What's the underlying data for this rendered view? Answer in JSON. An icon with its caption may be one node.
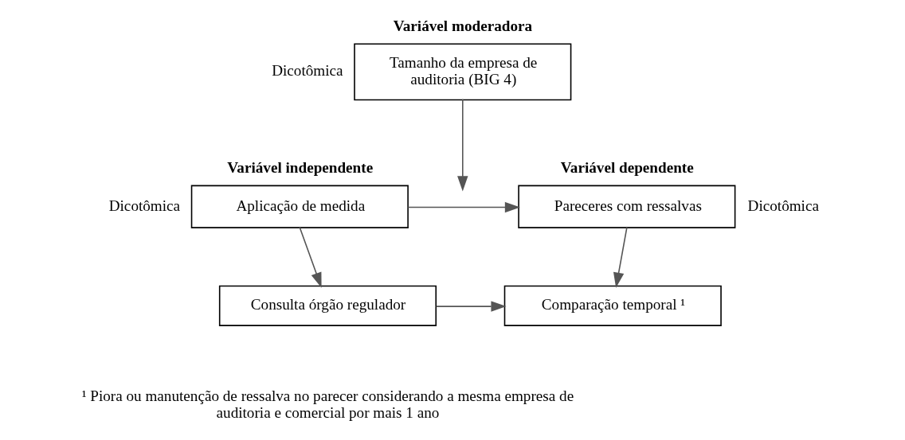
{
  "diagram": {
    "nodes": [
      {
        "text": [
          "Variável moderadora",
          "Tamanho da empresa de auditoria (BIG 4)"
        ],
        "beside": [
          "Dicotômica"
        ]
      },
      {
        "text": [
          "Variável independente",
          "Aplicação de medida"
        ],
        "beside": [
          "Dicotômica"
        ]
      },
      {
        "text": [
          "Variável dependente",
          "Pareceres com ressalvas"
        ],
        "beside": [
          "Dicotômica"
        ]
      },
      {
        "text": [
          "Consulta órgão regulador"
        ]
      },
      {
        "text": [
          "Comparação temporal ¹"
        ]
      }
    ],
    "edges": [
      {
        "from": 1,
        "to": 2,
        "arrow": "to"
      },
      {
        "from": 0,
        "to": null,
        "arrow": "to"
      },
      {
        "from": 1,
        "to": 3,
        "arrow": "to"
      },
      {
        "from": 2,
        "to": 4,
        "arrow": "to"
      },
      {
        "from": 3,
        "to": 4,
        "arrow": "to"
      }
    ],
    "labels": [
      "¹ Piora ou manutenção de ressalva no parecer considerando a mesma empresa de auditoria e comercial por mais 1 ano"
    ]
  }
}
